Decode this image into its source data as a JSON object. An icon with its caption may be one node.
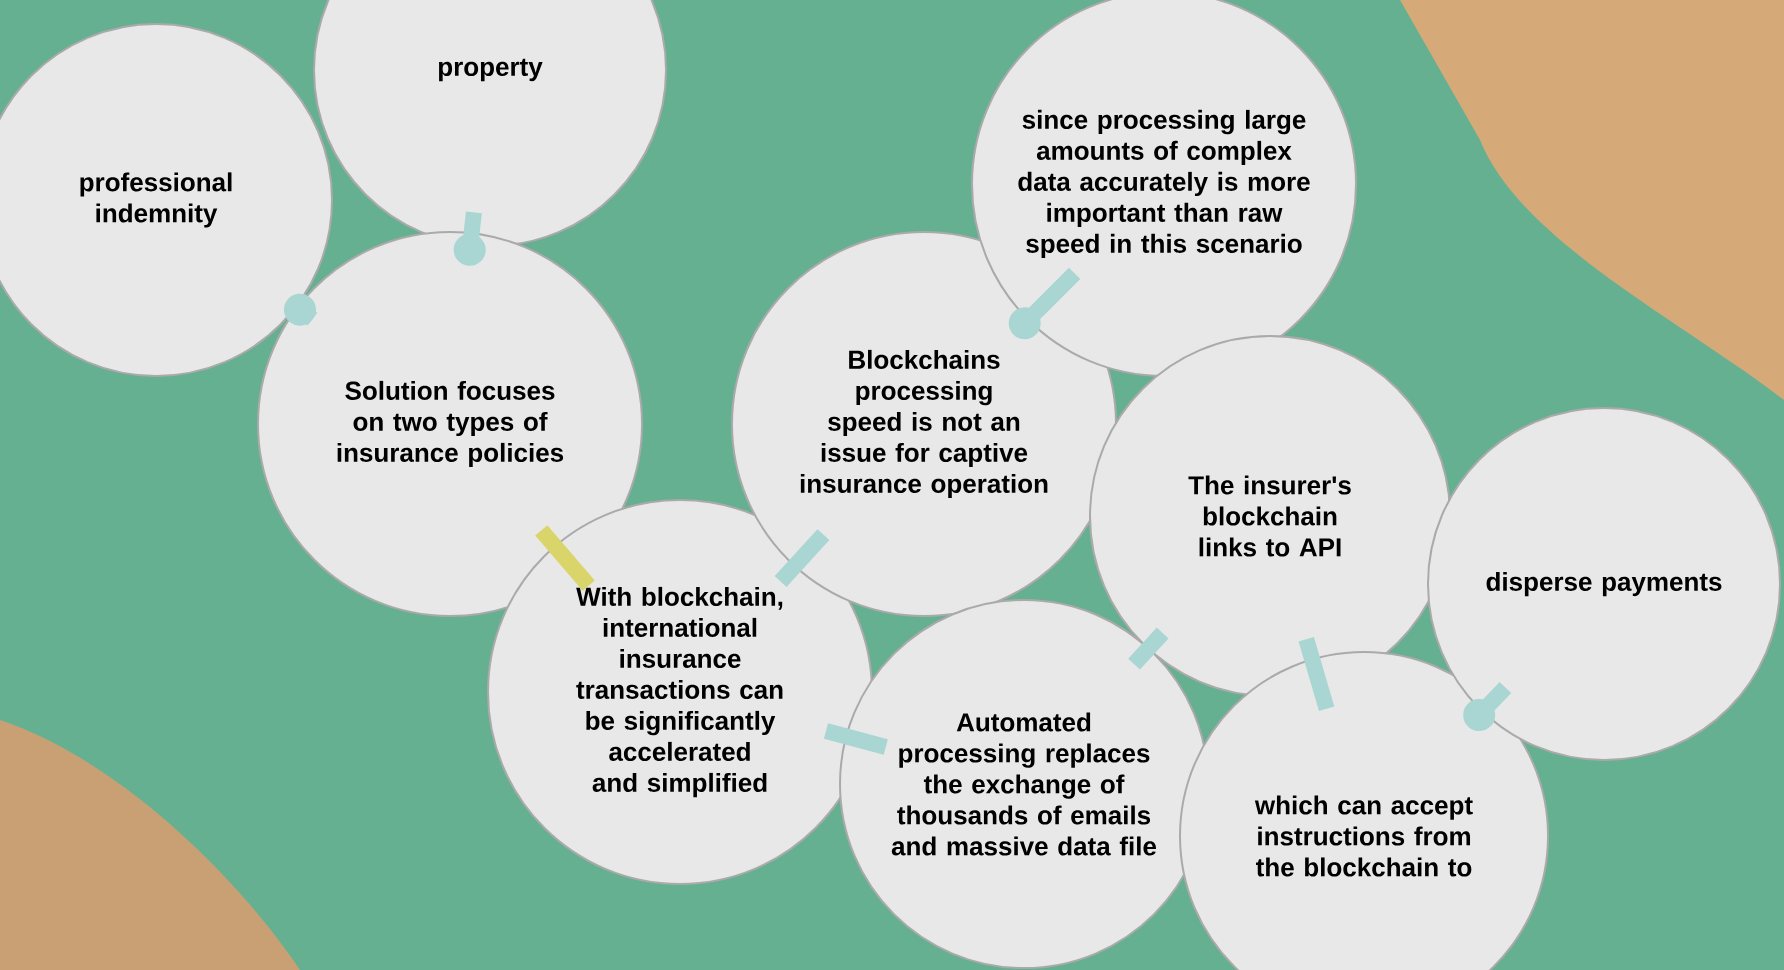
{
  "diagram": {
    "nodes": [
      {
        "text": [
          "professional indemnity"
        ]
      },
      {
        "text": [
          "property"
        ]
      },
      {
        "text": [
          "Solution focuses on two types of insurance policies"
        ]
      },
      {
        "text": [
          "With blockchain, international insurance transactions can be significantly accelerated and simplified"
        ]
      },
      {
        "text": [
          "Blockchains processing speed is not an issue for captive insurance operation"
        ]
      },
      {
        "text": [
          "since processing large amounts of complex data accurately is more important than raw speed in this scenario"
        ]
      },
      {
        "text": [
          "Automated processing replaces the exchange of thousands of emails and massive data file"
        ]
      },
      {
        "text": [
          "The insurer's blockchain links to API"
        ]
      },
      {
        "text": [
          "which can accept instructions from the blockchain to"
        ]
      },
      {
        "text": [
          "disperse payments"
        ]
      }
    ],
    "edges": [
      {
        "from": 2,
        "to": 0,
        "arrow": "other"
      },
      {
        "from": 2,
        "to": 1,
        "arrow": "other"
      },
      {
        "from": 2,
        "to": 3,
        "arrow": "none",
        "color": "#d9d56a"
      },
      {
        "from": 3,
        "to": 4,
        "arrow": "none"
      },
      {
        "from": 4,
        "to": 5,
        "arrow": "other"
      },
      {
        "from": 3,
        "to": 6,
        "arrow": "none"
      },
      {
        "from": 6,
        "to": 7,
        "arrow": "none"
      },
      {
        "from": 7,
        "to": 8,
        "arrow": "none"
      },
      {
        "from": 8,
        "to": 9,
        "arrow": "other"
      }
    ]
  }
}
